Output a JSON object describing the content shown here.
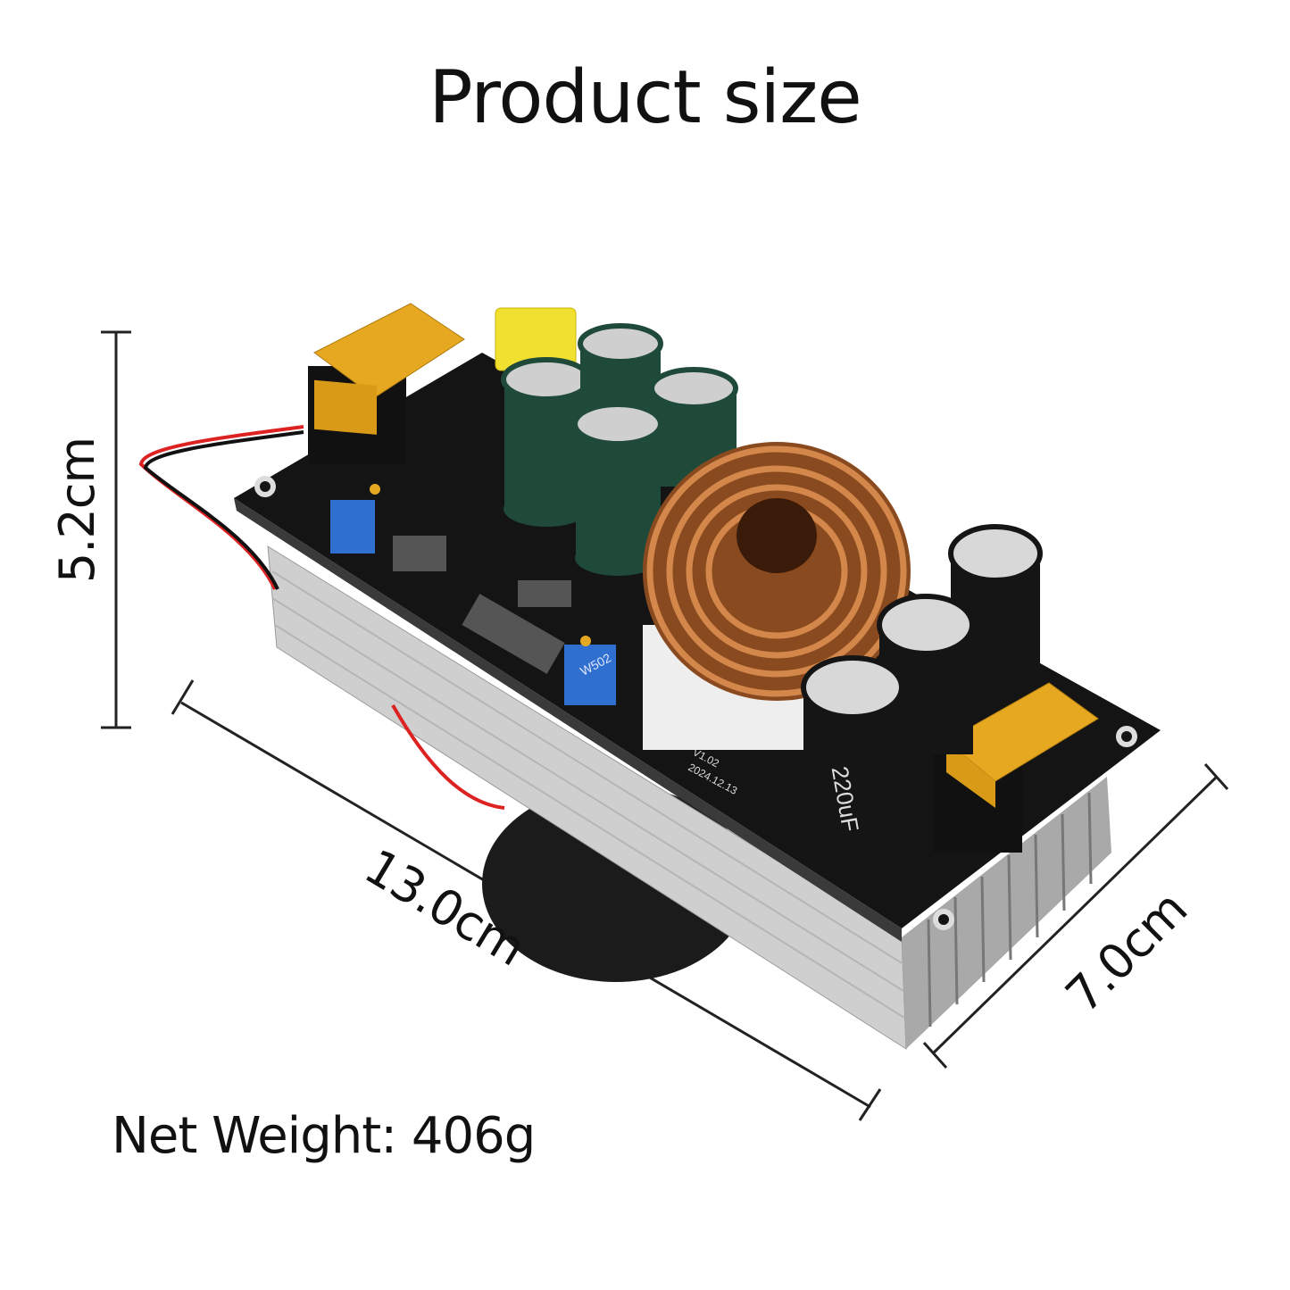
{
  "title": "Product size",
  "dimensions": {
    "height": "5.2cm",
    "length": "13.0cm",
    "width": "7.0cm"
  },
  "net_weight": "Net Weight: 406g",
  "board_markings": {
    "version": "V1.02",
    "date": "2024.12.13",
    "capacitor": "220uF",
    "trimmer": "W502"
  },
  "colors": {
    "pcb": "#141414",
    "heatsink": "#c9c9c9",
    "capacitor_green": "#1f4a3a",
    "fuse": "#e6a820",
    "copper": "#c77a3c",
    "trimmer": "#2f6fd0"
  }
}
